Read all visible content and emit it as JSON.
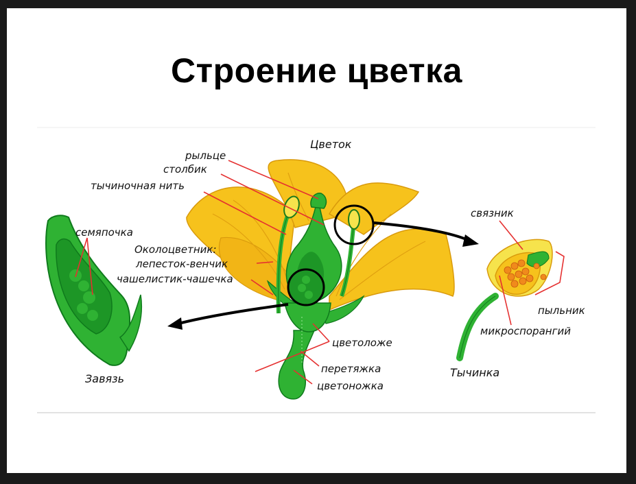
{
  "title": "Строение цветка",
  "labels": {
    "flower": "Цветок",
    "stigma": "рыльце",
    "style": "столбик",
    "filament": "тычиночная нить",
    "ovule": "семяпочка",
    "perianth": "Околоцветник:",
    "petal_corolla": "лепесток-венчик",
    "sepal_calyx": "чашелистик-чашечка",
    "receptacle": "цветоложе",
    "constriction": "перетяжка",
    "pedicel": "цветоножка",
    "ovary": "Завязь",
    "connective": "связник",
    "anther": "пыльник",
    "microsporangium": "микроспорангий",
    "stamen": "Тычинка"
  },
  "colors": {
    "petal": "#f6c21c",
    "petal_dark": "#e9a80e",
    "green": "#2fb233",
    "green_dark": "#0f7a1c",
    "pointer": "#e53030",
    "pollen": "#f08a1c"
  }
}
